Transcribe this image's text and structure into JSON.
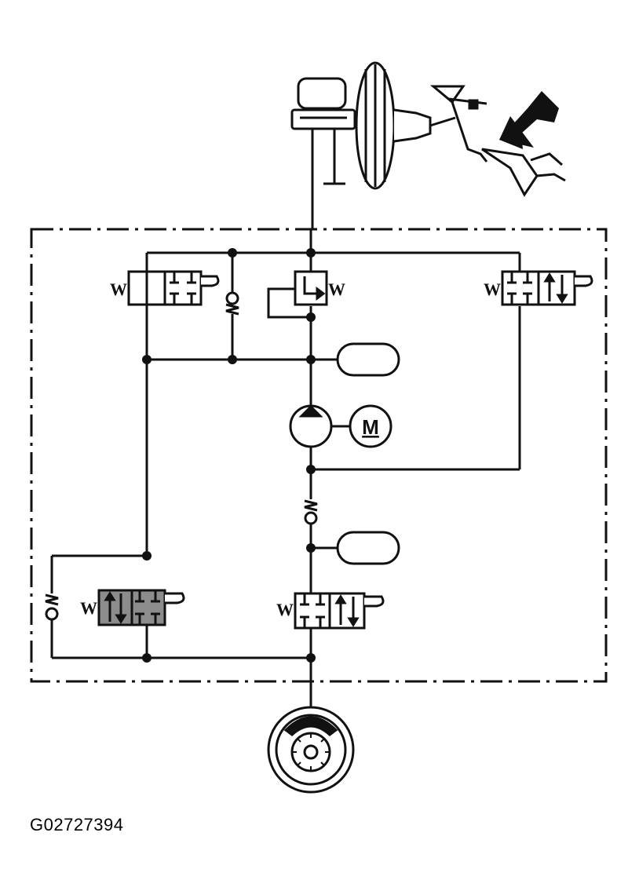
{
  "figure": {
    "id_label": "G02727394"
  },
  "motor": {
    "label": "M"
  },
  "valves": {
    "spring_symbol": "W"
  },
  "colors": {
    "line": "#111111",
    "valve_shaded": "#8c8c8c",
    "background": "#ffffff"
  },
  "icons": {
    "pedal": "brake-pedal-icon",
    "arrow": "push-arrow-icon",
    "wheel": "brake-disc-icon"
  }
}
